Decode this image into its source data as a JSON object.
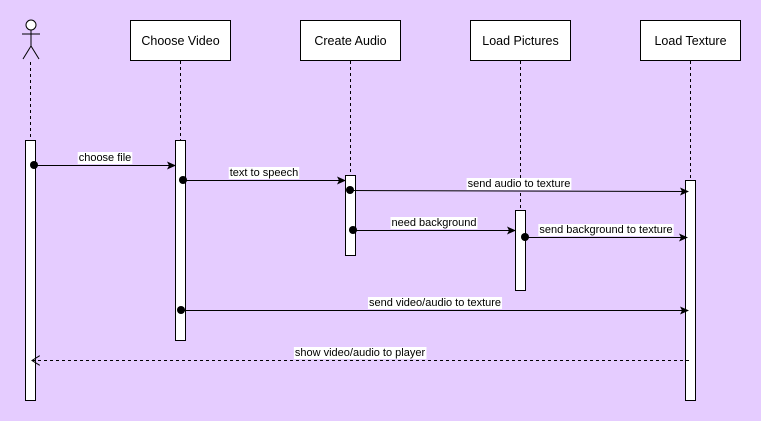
{
  "diagram": {
    "background": "#e5ccff",
    "line_color": "#000000",
    "box_fill": "#ffffff",
    "actor": {
      "icon": "stick-figure-icon"
    },
    "participants": [
      {
        "label": "Choose Video"
      },
      {
        "label": "Create Audio"
      },
      {
        "label": "Load Pictures"
      },
      {
        "label": "Load Texture"
      }
    ],
    "messages": [
      {
        "label": "choose file",
        "style": "solid"
      },
      {
        "label": "text to speech",
        "style": "solid"
      },
      {
        "label": "send audio to texture",
        "style": "solid"
      },
      {
        "label": "need background",
        "style": "solid"
      },
      {
        "label": "send background to texture",
        "style": "solid"
      },
      {
        "label": "send video/audio to texture",
        "style": "solid"
      },
      {
        "label": "show video/audio to player",
        "style": "dashed",
        "arrow": "open"
      }
    ]
  }
}
